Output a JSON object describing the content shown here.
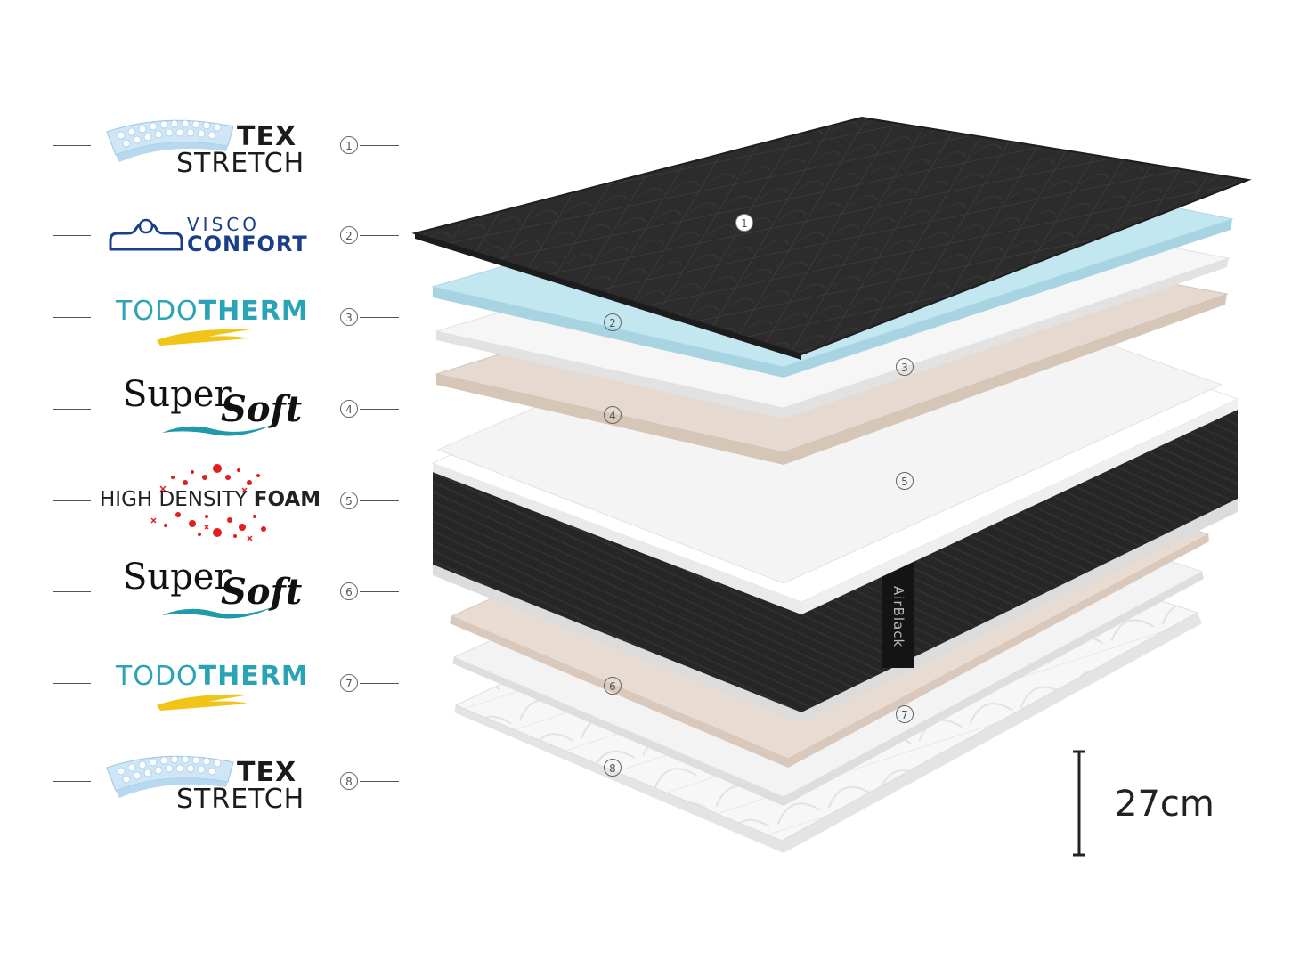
{
  "layers": [
    {
      "num": "1",
      "brand": "TEX STRETCH",
      "line1": "TEX",
      "line2": "STRETCH"
    },
    {
      "num": "2",
      "brand": "VISCO CONFORT",
      "line1": "VISCO",
      "line2": "CONFORT"
    },
    {
      "num": "3",
      "brand": "TODOTHERM",
      "line1": "TODO",
      "line2": "THERM"
    },
    {
      "num": "4",
      "brand": "SuperSoft",
      "line1": "Super",
      "line2": "Soft"
    },
    {
      "num": "5",
      "brand": "HIGH DENSITY FOAM",
      "line1": "HIGH DENSITY ",
      "line2": "FOAM"
    },
    {
      "num": "6",
      "brand": "SuperSoft",
      "line1": "Super",
      "line2": "Soft"
    },
    {
      "num": "7",
      "brand": "TODOTHERM",
      "line1": "TODO",
      "line2": "THERM"
    },
    {
      "num": "8",
      "brand": "TEX STRETCH",
      "line1": "TEX",
      "line2": "STRETCH"
    }
  ],
  "product_label": "AirBlack",
  "height_label": "27cm",
  "colors": {
    "cover_black": "#2b2b2b",
    "visco_blue": "#bfe6f0",
    "foam_white": "#f4f4f4",
    "supersoft_beige": "#e6d8cc",
    "todotherm_teal": "#2aa3b5",
    "todotherm_yellow": "#f0c419",
    "supersoft_teal": "#1f9aa8",
    "visco_navy": "#1a3d8c",
    "hdf_red": "#e02020"
  }
}
